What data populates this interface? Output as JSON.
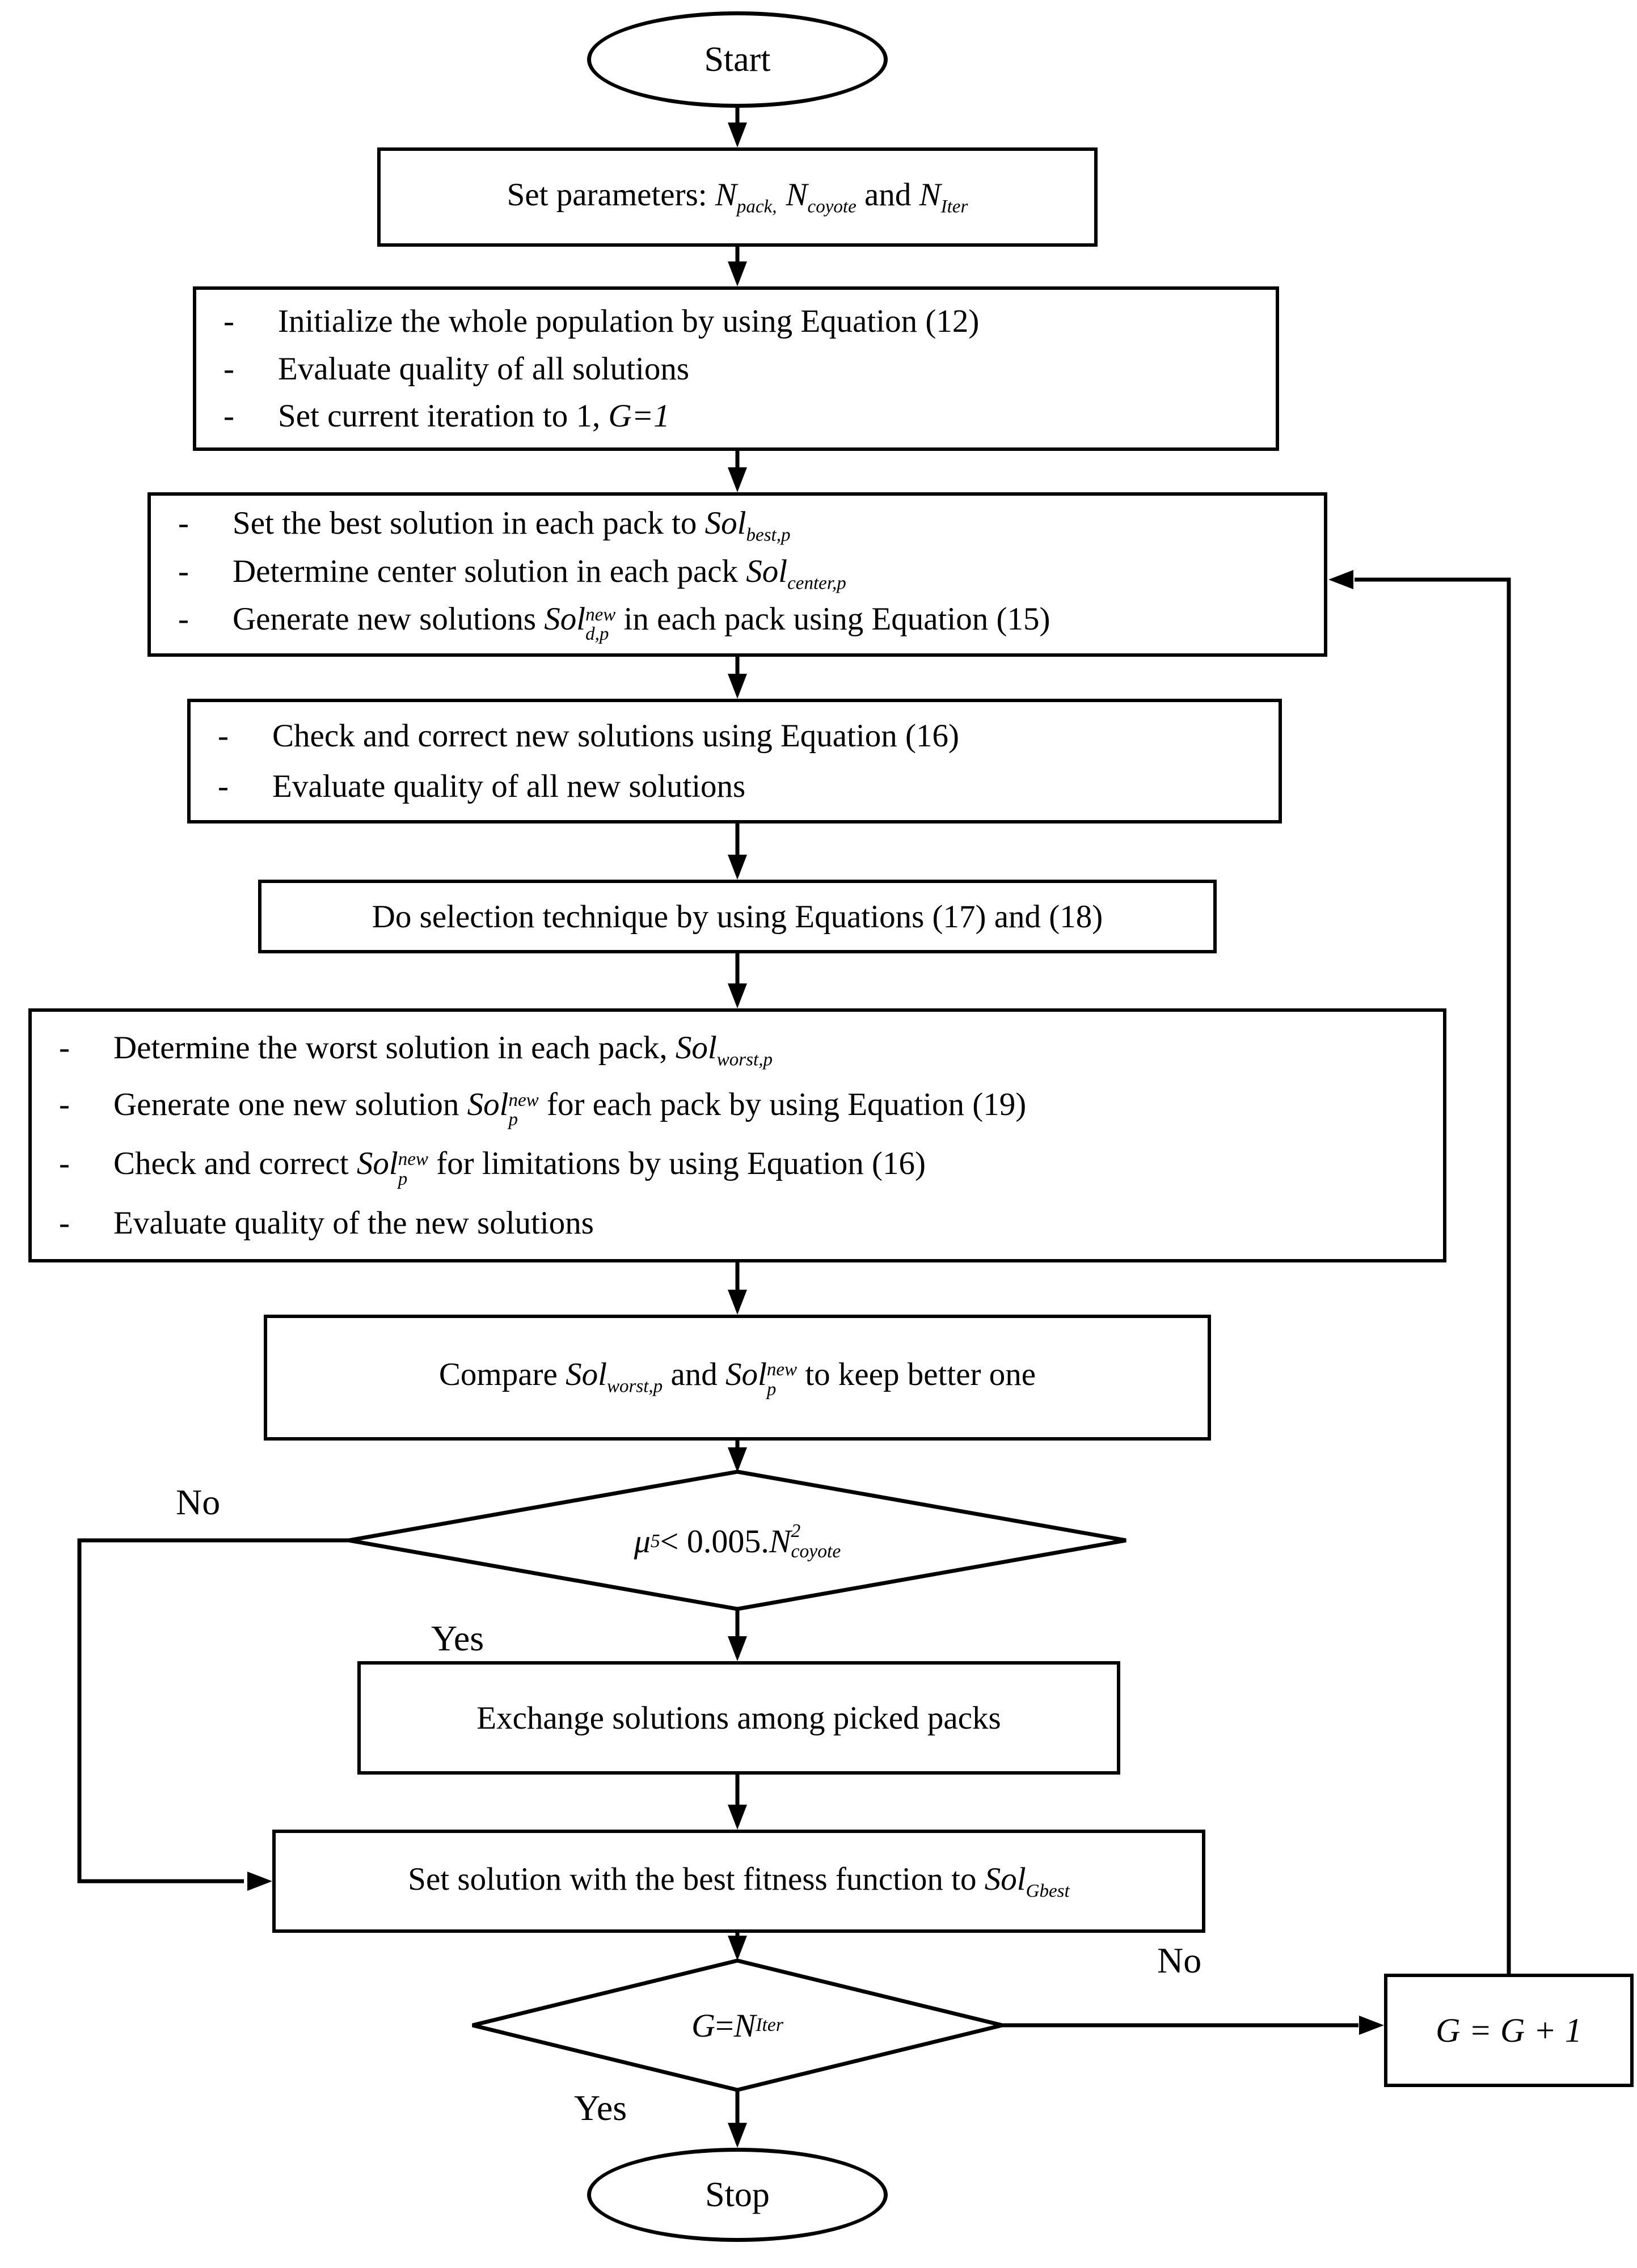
{
  "canvas": {
    "background": "#ffffff",
    "line_color": "#000000",
    "shape_fill": "#ffffff"
  },
  "labels": {
    "yes": "Yes",
    "no": "No",
    "bullet": "-"
  },
  "nodes": {
    "start": {
      "label": "Start"
    },
    "set_params": {
      "lead": "Set parameters: ",
      "n1": "N",
      "n1sub": "pack,",
      "n2": "N",
      "n2sub": "coyote",
      "mid": " and ",
      "n3": "N",
      "n3sub": "Iter"
    },
    "init": {
      "line1": "Initialize the whole population by using Equation (12)",
      "line2": "Evaluate quality of all solutions",
      "line3": "Set current iteration to 1, ",
      "line3_math": "G=1"
    },
    "pack_update": {
      "l1a": "Set the best solution in each pack to ",
      "l1sol": "Sol",
      "l1sub": "best,p",
      "l2a": "Determine center solution in each pack ",
      "l2sol": "Sol",
      "l2sub": "center,p",
      "l3a": "Generate new solutions ",
      "l3sol": "Sol",
      "l3sup": "new",
      "l3sub": "d,p",
      "l3b": " in each pack using Equation (15)"
    },
    "check_correct": {
      "line1": "Check and correct new solutions using Equation (16)",
      "line2": "Evaluate quality of all new solutions"
    },
    "selection": {
      "label": "Do selection technique by using Equations (17) and (18)"
    },
    "worst_update": {
      "l1a": "Determine the worst solution in each pack, ",
      "l1sol": "Sol",
      "l1sub": "worst,p",
      "l2a": "Generate one new solution ",
      "l2sol": "Sol",
      "l2sup": "new",
      "l2sub": "p",
      "l2b": " for each pack by using Equation (19)",
      "l3a": "Check and correct ",
      "l3sol": "Sol",
      "l3sup": "new",
      "l3sub": "p",
      "l3b": " for limitations by using Equation (16)",
      "l4": "Evaluate quality of the new solutions"
    },
    "compare": {
      "a": "Compare ",
      "sol1": "Sol",
      "sol1sub": "worst,p",
      "mid": " and ",
      "sol2": "Sol",
      "sol2sup": "new",
      "sol2sub": "p",
      "b": " to keep better one"
    },
    "decision_exchange": {
      "mu": "μ",
      "musub": "5",
      "op": " < 0.005.",
      "n": "N",
      "nsup": "2",
      "nsub": "coyote"
    },
    "exchange": {
      "label": "Exchange solutions among picked packs"
    },
    "set_gbest": {
      "a": "Set solution with the best fitness function to ",
      "sol": "Sol",
      "sub": "Gbest"
    },
    "decision_iter": {
      "g": "G",
      "op": " = ",
      "n": "N",
      "sub": "Iter"
    },
    "increment": {
      "label": "G = G + 1"
    },
    "stop": {
      "label": "Stop"
    }
  }
}
